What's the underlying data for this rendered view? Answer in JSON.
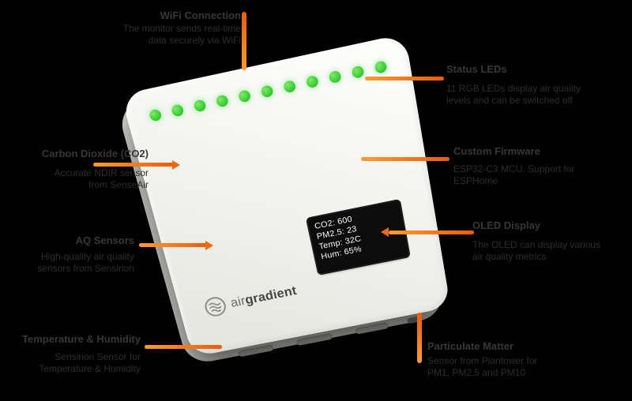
{
  "device": {
    "led_count": 11,
    "oled": {
      "lines": [
        "CO2: 600",
        "PM2.5: 23",
        "Temp: 32C",
        "Hum: 65%"
      ]
    },
    "brand": {
      "air": "air",
      "gradient": "gradient"
    }
  },
  "colors": {
    "background": "#010101",
    "accent_orange": "#EE6A10",
    "led_green": "#2EC62E",
    "label_text": "#2D2D2D",
    "device_body": "#F0F0EC",
    "oled_background": "#0C0C0C"
  },
  "callouts": {
    "wifi": {
      "title": "WiFi Connection",
      "desc1": "The monitor sends real-time",
      "desc2": "data securely via WiFi"
    },
    "leds": {
      "title": "Status LEDs",
      "desc1": "11 RGB LEDs display air quality",
      "desc2": "levels and can be switched off"
    },
    "co2": {
      "title": "Carbon Dioxide (CO2)",
      "desc1": "Accurate NDIR sensor",
      "desc2": "from SenseAir"
    },
    "firmware": {
      "title": "Custom Firmware",
      "desc1": "ESP32-C3 MCU. Support for",
      "desc2": "ESPHome"
    },
    "aq": {
      "title": "AQ Sensors",
      "desc1": "High-quality air quality",
      "desc2": "sensors from Sensirion"
    },
    "oled": {
      "title": "OLED Display",
      "desc1": "The OLED can display various",
      "desc2": "air quality metrics"
    },
    "temphum": {
      "title": "Temperature & Humidity",
      "desc1": "Sensirion Sensor for",
      "desc2": "Temperature & Humidity"
    },
    "pm": {
      "title": "Particulate Matter",
      "desc1": "Sensor from Plantower for",
      "desc2": "PM1, PM2.5 and PM10"
    }
  }
}
